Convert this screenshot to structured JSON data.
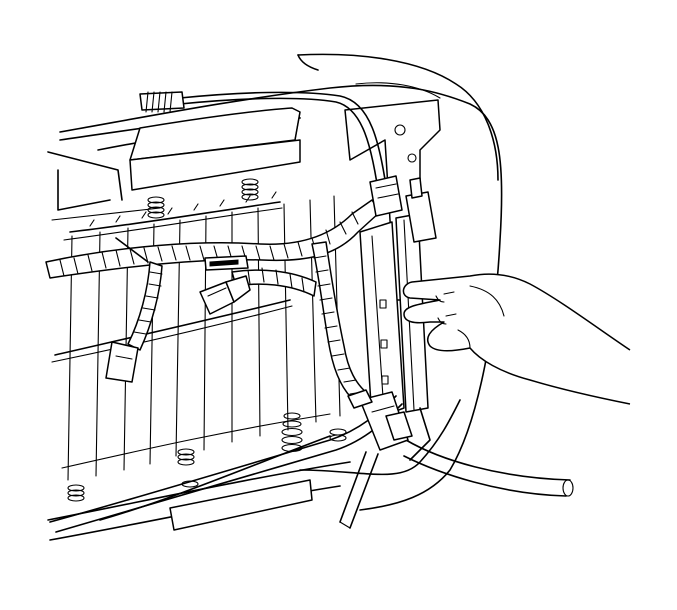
{
  "illustration": {
    "parts": [
      "seat-frame",
      "spring-wire-grid",
      "seat-springs",
      "wiring-harness-spiral-wrap",
      "harness-connectors",
      "side-bracket",
      "cable-tie",
      "hand"
    ]
  },
  "colors": {
    "line": "#000000",
    "background": "#ffffff"
  }
}
